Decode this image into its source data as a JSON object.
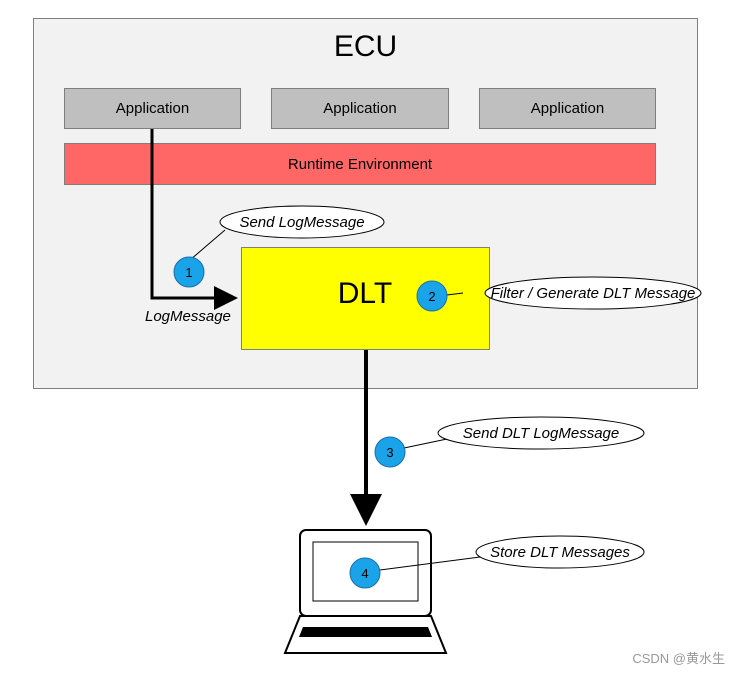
{
  "ecu": {
    "title": "ECU"
  },
  "applications": [
    "Application",
    "Application",
    "Application"
  ],
  "runtime_environment": "Runtime Environment",
  "dlt": {
    "label": "DLT"
  },
  "arrow_label": "LogMessage",
  "steps": [
    {
      "number": "1",
      "text": "Send LogMessage"
    },
    {
      "number": "2",
      "text": "Filter / Generate DLT Message"
    },
    {
      "number": "3",
      "text": "Send DLT LogMessage"
    },
    {
      "number": "4",
      "text": "Store DLT Messages"
    }
  ],
  "watermark": "CSDN @黄水生",
  "colors": {
    "ecu_background": "#f2f2f2",
    "application_fill": "#bfbfbf",
    "runtime_fill": "#ff6666",
    "dlt_fill": "#ffff00",
    "step_badge": "#1aa3e8"
  }
}
